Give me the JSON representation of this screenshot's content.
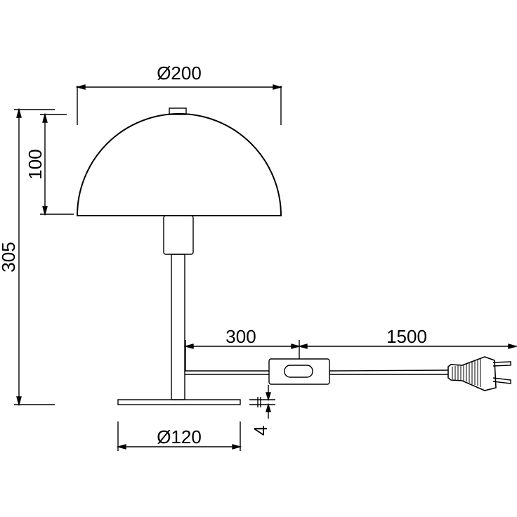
{
  "dimensions": {
    "shade_diameter": "Ø200",
    "shade_height": "100",
    "total_height": "305",
    "base_diameter": "Ø120",
    "base_thickness": "4",
    "cable_to_switch": "300",
    "cable_to_plug": "1500"
  },
  "colors": {
    "line": "#000000",
    "background": "#ffffff"
  }
}
